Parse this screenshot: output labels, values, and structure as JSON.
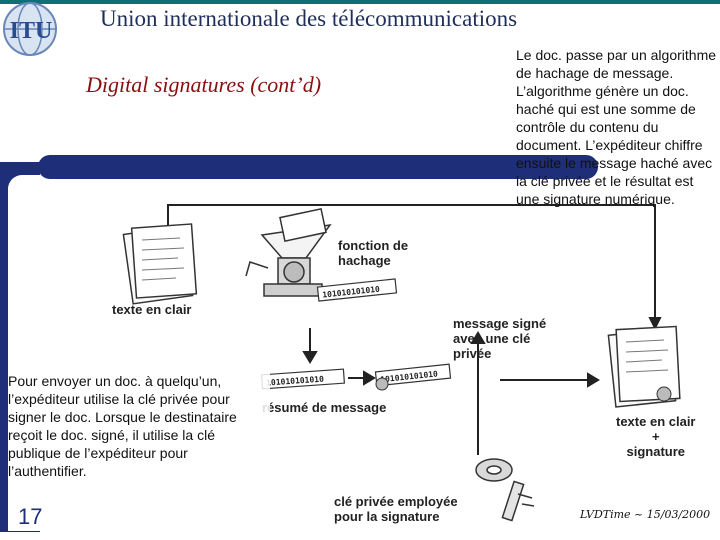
{
  "header": {
    "title": "Union internationale des télécommunications",
    "logo_text": "ITU"
  },
  "slide": {
    "title": "Digital signatures (cont’d)",
    "explanation": "Le doc. passe par un algorithme de hachage de message. L’algorithme génère un doc. haché qui est une somme de contrôle du contenu du document. L’expéditeur chiffre ensuite le message haché avec la clé privée et le résultat est une signature numérique.",
    "usage_note": "Pour envoyer un doc. à quelqu’un, l’expéditeur utilise la clé privée pour signer le doc. Lorsque le destinataire reçoit le doc. signé, il utilise la clé publique de l’expéditeur pour l’authentifier.",
    "number": "17",
    "footer": "LVDTime ~ 15/03/2000"
  },
  "diagram": {
    "labels": {
      "plaintext": "texte en clair",
      "hash_function_line1": "fonction de",
      "hash_function_line2": "hachage",
      "signed_message_line1": "message signé",
      "signed_message_line2": "avec une clé",
      "signed_message_line3": "privée",
      "message_digest": "résumé de message",
      "private_key_line1": "clé privée employée",
      "private_key_line2": "pour la signature",
      "result_line1": "texte en clair",
      "result_line2": "+",
      "result_line3": "signature"
    },
    "hash_strip_text": "101010101010"
  },
  "colors": {
    "title": "#1f2f5a",
    "slide_title": "#8a1010",
    "accent": "#1e2e78",
    "teal": "#0f6f76"
  }
}
